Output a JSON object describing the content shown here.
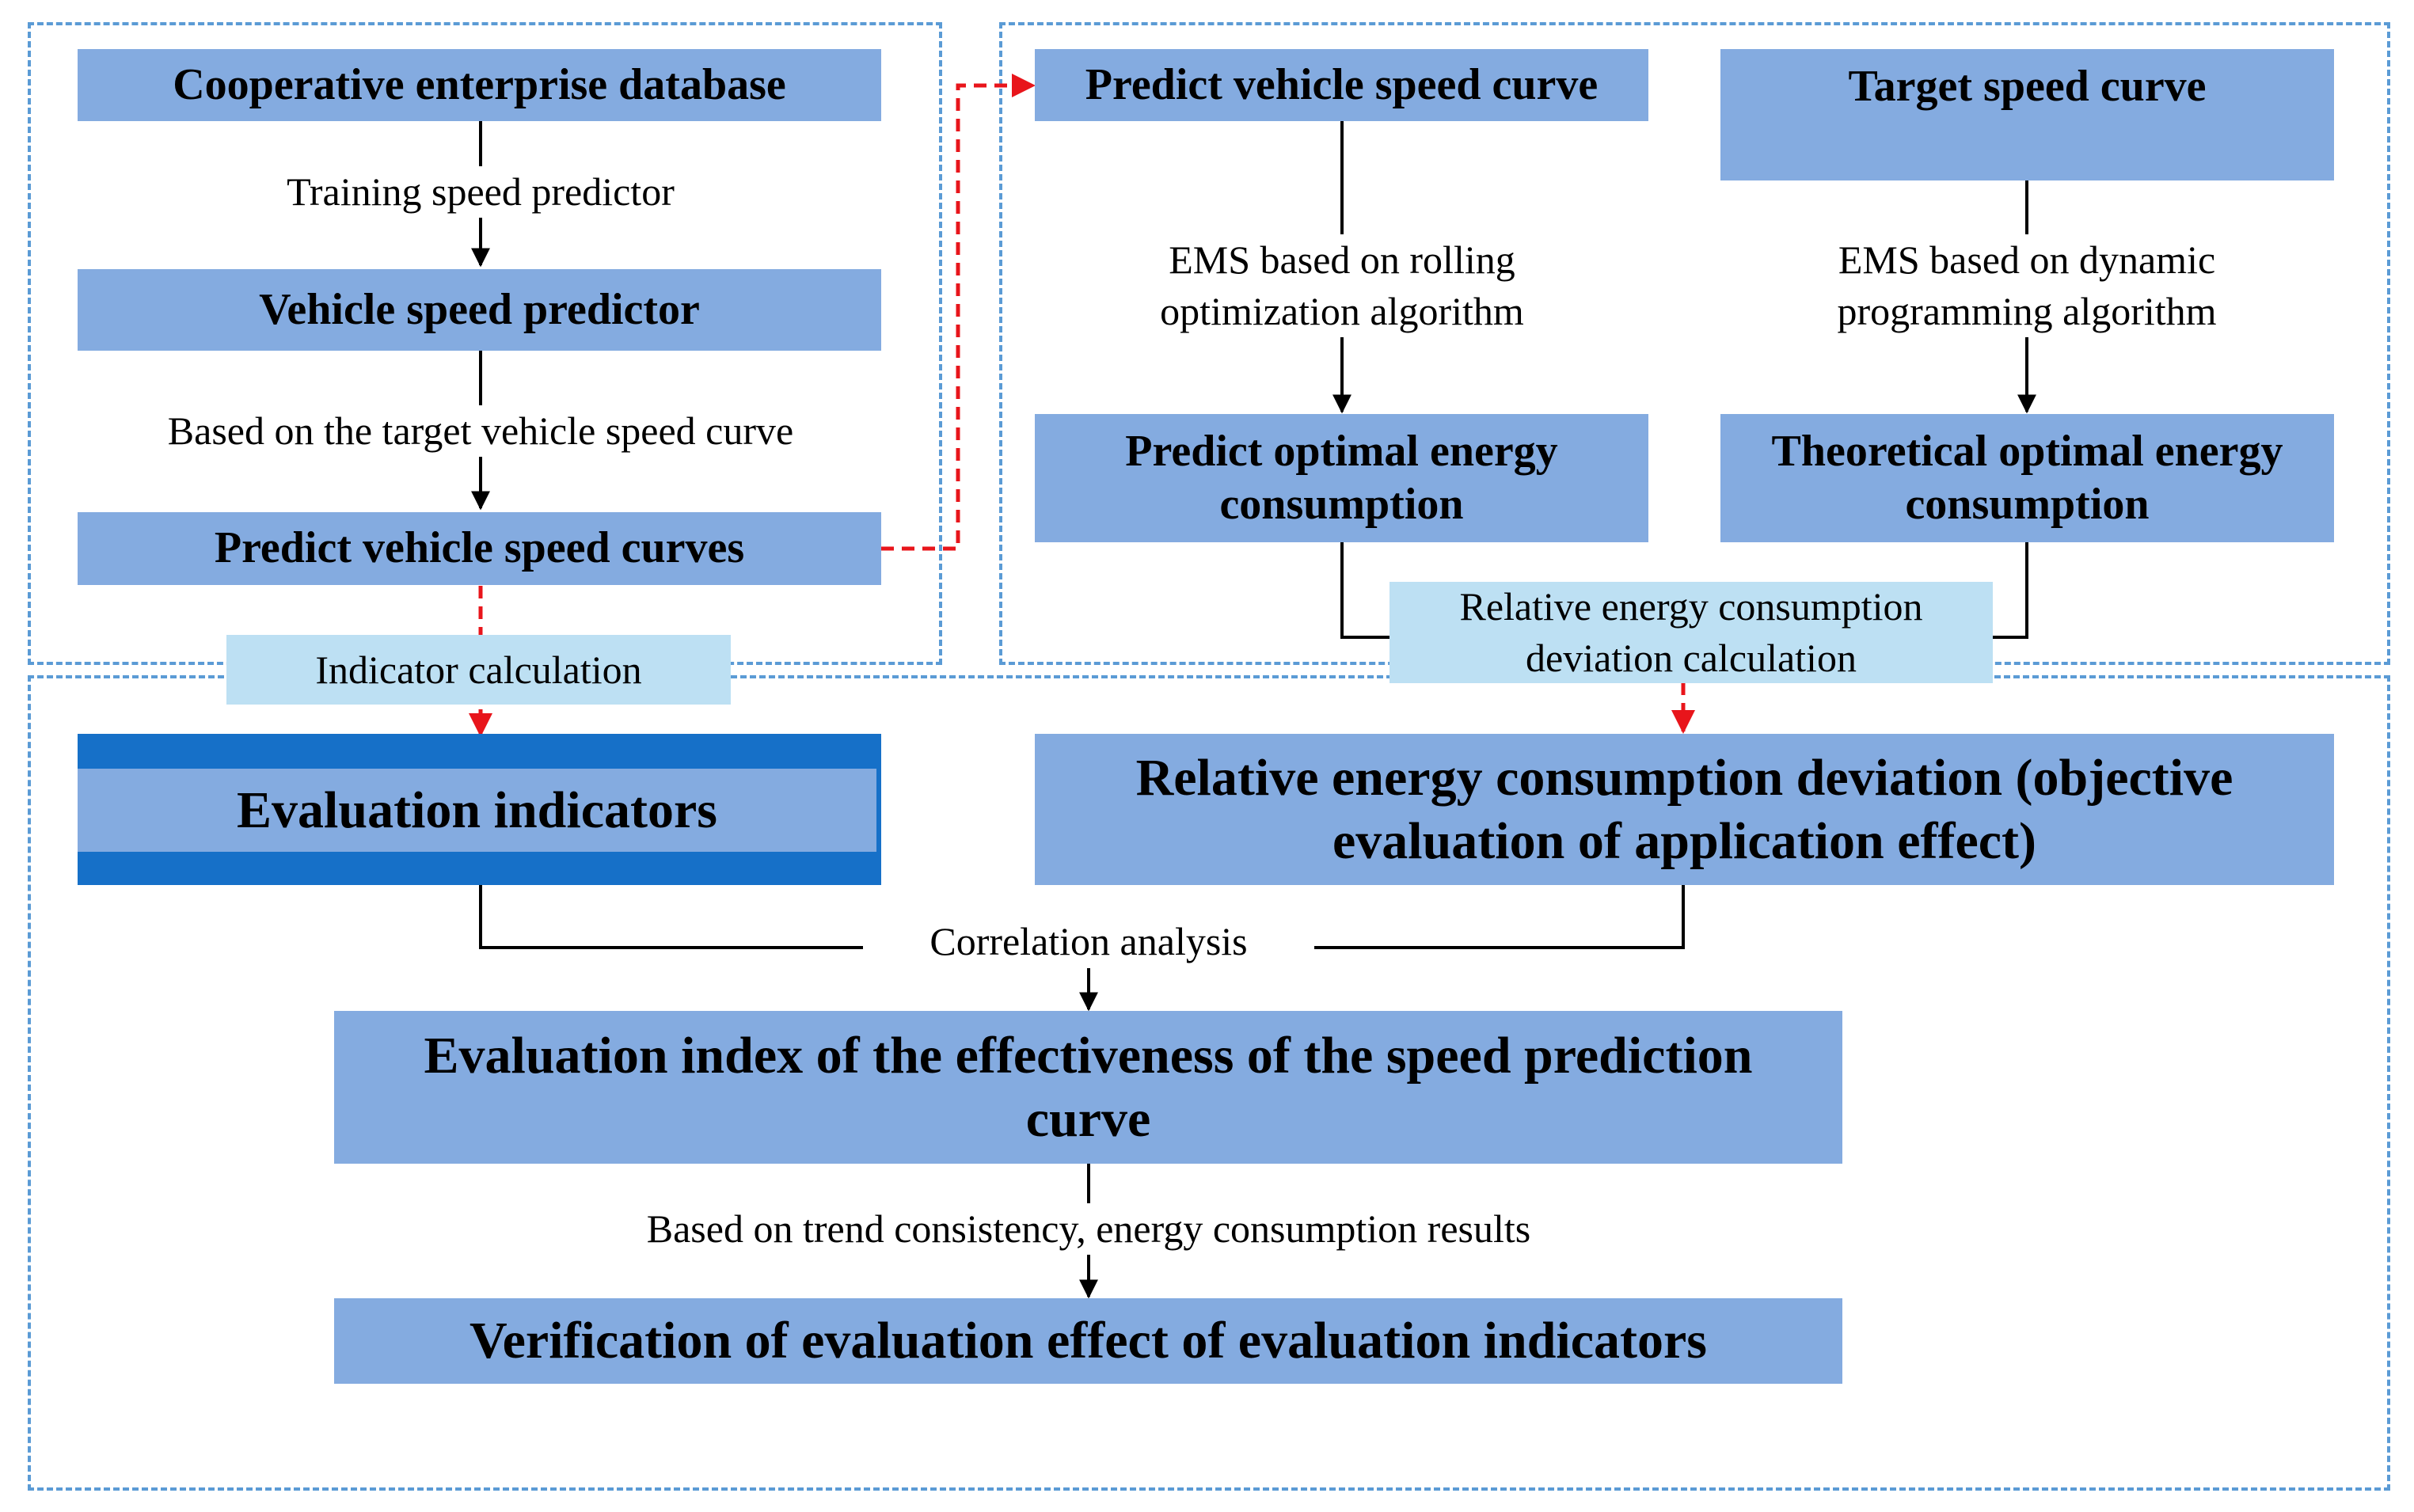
{
  "nodes": {
    "coop_db": "Cooperative enterprise database",
    "speed_predictor": "Vehicle speed predictor",
    "predict_curves": "Predict vehicle speed curves",
    "predict_curve": "Predict vehicle speed curve",
    "target_curve": "Target speed curve",
    "predict_optimal": "Predict optimal energy consumption",
    "theoretical_optimal": "Theoretical optimal energy consumption",
    "eval_indicators": "Evaluation indicators",
    "relative_deviation": "Relative energy consumption deviation (objective evaluation of application effect)",
    "eval_index": "Evaluation index of the effectiveness of the speed prediction curve",
    "verification": "Verification of evaluation effect of evaluation indicators"
  },
  "edge_labels": {
    "training": "Training speed predictor",
    "based_target": "Based on the target vehicle speed curve",
    "ems_rolling": "EMS based on rolling optimization algorithm",
    "ems_dp": "EMS based on dynamic programming algorithm",
    "indicator_calc": "Indicator calculation",
    "relative_calc": "Relative energy consumption deviation calculation",
    "correlation": "Correlation analysis",
    "trend": "Based on trend consistency, energy consumption results"
  },
  "colors": {
    "box_fill": "#84abe0",
    "label_fill": "#bde0f3",
    "highlight_border": "#1670c8",
    "region_border": "#5b9bd5",
    "dashed_arrow": "#e8151b"
  }
}
